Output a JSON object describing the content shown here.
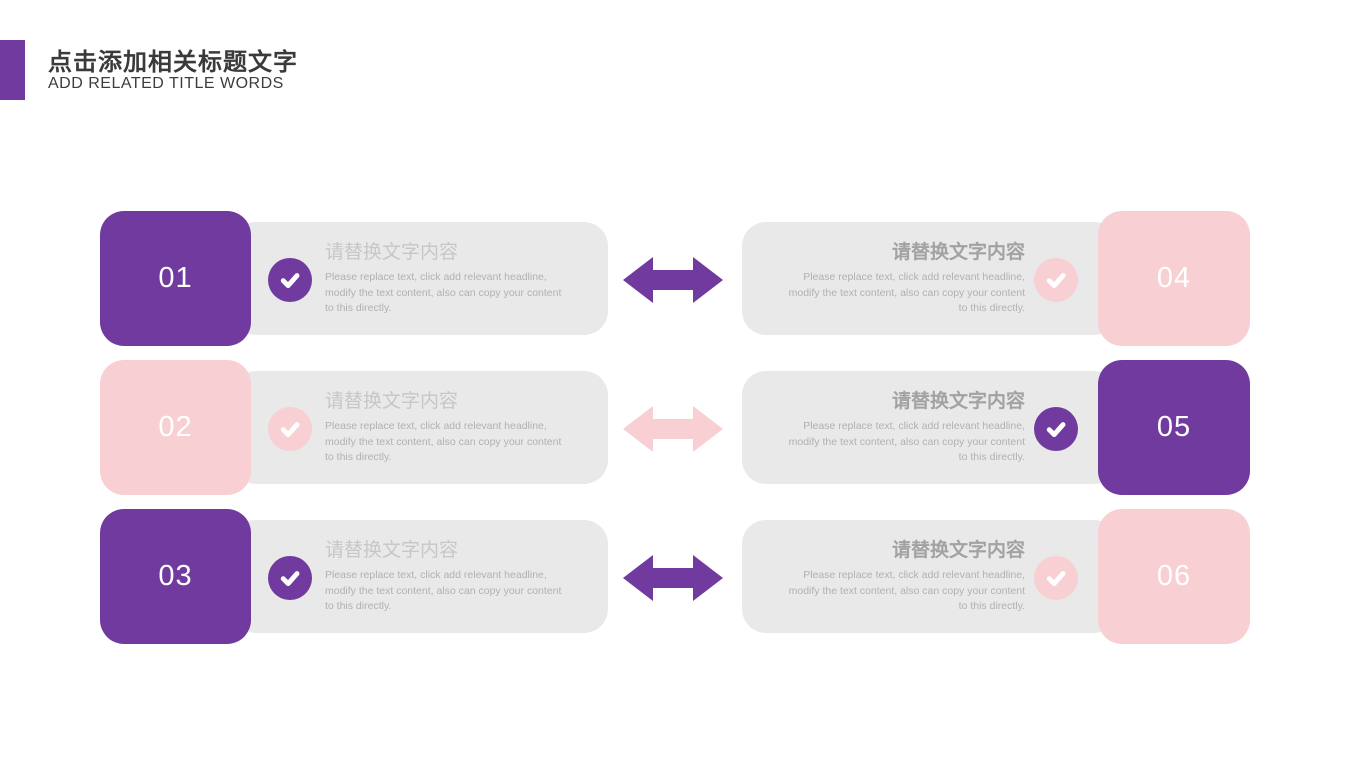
{
  "slide": {
    "header": {
      "title": "点击添加相关标题文字",
      "subtitle": "ADD RELATED TITLE WORDS"
    },
    "card_text": {
      "title": "请替换文字内容",
      "body_lines": [
        "Please replace text, click add relevant headline,",
        "modify the text content, also can copy your content",
        "to this directly."
      ]
    },
    "items": [
      {
        "number": "01",
        "accent": "purple",
        "side": "left"
      },
      {
        "number": "02",
        "accent": "pink",
        "side": "left"
      },
      {
        "number": "03",
        "accent": "purple",
        "side": "left"
      },
      {
        "number": "04",
        "accent": "pink",
        "side": "right"
      },
      {
        "number": "05",
        "accent": "purple",
        "side": "right"
      },
      {
        "number": "06",
        "accent": "pink",
        "side": "right"
      }
    ],
    "arrows": [
      {
        "accent": "purple"
      },
      {
        "accent": "pink"
      },
      {
        "accent": "purple"
      }
    ],
    "colors": {
      "purple": "#703a9f",
      "pink": "#f8cfd2",
      "panel": "#e9e9e9"
    }
  }
}
